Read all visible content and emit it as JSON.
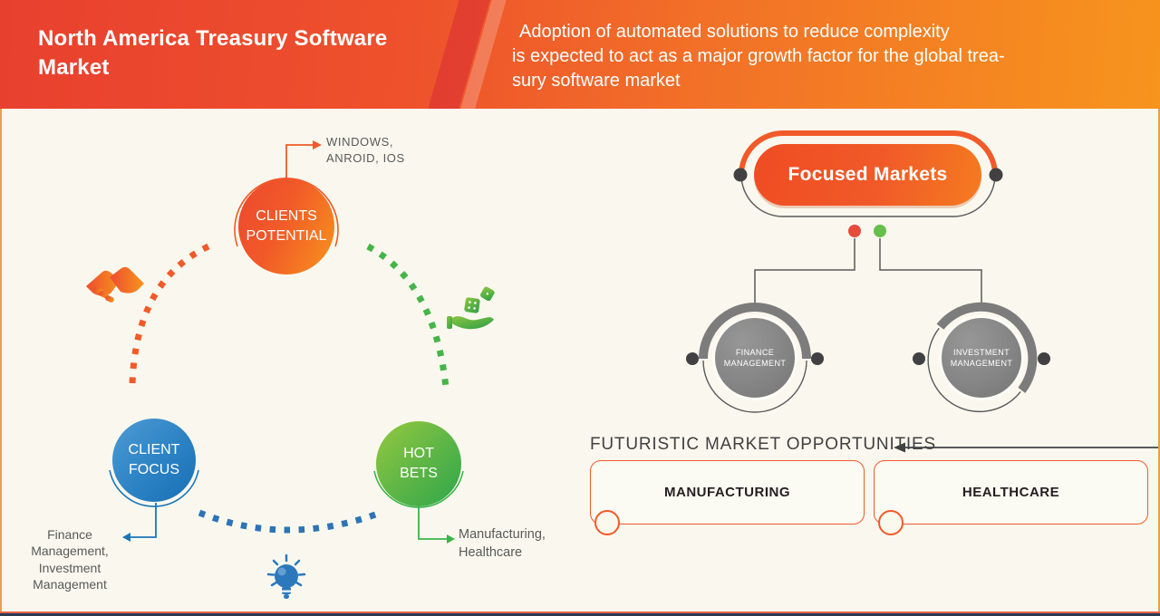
{
  "header": {
    "title": "North America Treasury Software Market",
    "subtitle": "Adoption of automated solutions to reduce complexity\nis expected to act as a major growth factor for the global trea-\nsury software market"
  },
  "left_diagram": {
    "clients_potential_label": "CLIENTS\nPOTENTIAL",
    "clients_potential_callout": "WINDOWS,\nANROID, IOS",
    "client_focus_label": "CLIENT\nFOCUS",
    "client_focus_callout": "Finance\nManagement,\nInvestment\nManagement",
    "hot_bets_label": "HOT\nBETS",
    "hot_bets_callout": "Manufacturing,\nHealthcare"
  },
  "right_diagram": {
    "focused_markets_label": "Focused Markets",
    "finance_label": "FINANCE\nMANAGEMENT",
    "investment_label": "INVESTMENT\nMANAGEMENT",
    "futuristic_heading": "FUTURISTIC MARKET OPPORTUNITIES",
    "boxes": [
      {
        "label": "MANUFACTURING"
      },
      {
        "label": "HEALTHCARE"
      }
    ]
  },
  "icons": {
    "handshake-icon": "🤝",
    "dice-hand-icon": "✋🎲",
    "lightbulb-icon": "💡"
  },
  "colors": {
    "header_gradient_left": "#E8402F",
    "header_gradient_right": "#F7941D",
    "background_cream": "#FAF8EE",
    "accent_orange": "#F15A29",
    "accent_blue": "#1B75BB",
    "accent_green": "#39B54A",
    "gray_text": "#58595B",
    "dark_gray": "#414042",
    "circle_gray": "#828282",
    "red_dot": "#E64C3C",
    "green_dot": "#67BE4B",
    "bottom_bar_navy": "#2D3A54"
  }
}
